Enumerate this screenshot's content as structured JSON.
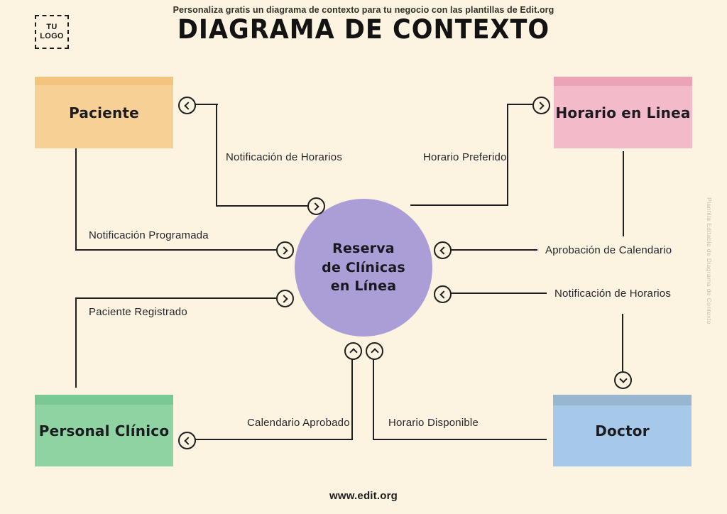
{
  "page": {
    "tagline": "Personaliza gratis un diagrama de contexto para tu negocio con las plantillas de Edit.org",
    "title": "DIAGRAMA DE CONTEXTO",
    "logo": {
      "line1": "TU",
      "line2": "LOGO"
    },
    "footer_url": "www.edit.org",
    "watermark": "Plantilla Editable de Diagrama de Contexto"
  },
  "center_process": {
    "full_label": "Reserva de Clínicas en Línea",
    "lines": [
      "Reserva",
      "de Clínicas",
      "en Línea"
    ],
    "fill": "#ab9ed7"
  },
  "entities": {
    "paciente": {
      "label": "Paciente",
      "area": "top-left",
      "fill": "#f6d095",
      "strip": "#f2c47e"
    },
    "horario_en_linea": {
      "label": "Horario en Linea",
      "area": "top-right",
      "fill": "#f3bac9",
      "strip": "#eca3b6"
    },
    "personal_clinico": {
      "label": "Personal Clínico",
      "area": "bottom-left",
      "fill": "#8fd3a2",
      "strip": "#7ac892"
    },
    "doctor": {
      "label": "Doctor",
      "area": "bottom-right",
      "fill": "#a6c9e9",
      "strip": "#98b6cf"
    }
  },
  "flows": [
    {
      "label": "Notificación de Horarios",
      "area": "top-left"
    },
    {
      "label": "Horario Preferido",
      "area": "top-right"
    },
    {
      "label": "Notificación Programada",
      "area": "left-middle"
    },
    {
      "label": "Paciente Registrado",
      "area": "left-lower"
    },
    {
      "label": "Aprobación de Calendario",
      "area": "right-middle"
    },
    {
      "label": "Notificación de Horarios",
      "area": "right-lower"
    },
    {
      "label": "Calendario Aprobado",
      "area": "bottom-left"
    },
    {
      "label": "Horario Disponible",
      "area": "bottom-right"
    }
  ],
  "colors": {
    "background": "#fcf3e1",
    "connector_line": "#1f1f1f",
    "title_ink": "#131313",
    "label_ink": "#26262b",
    "watermark_ink": "#c9c1ac"
  }
}
